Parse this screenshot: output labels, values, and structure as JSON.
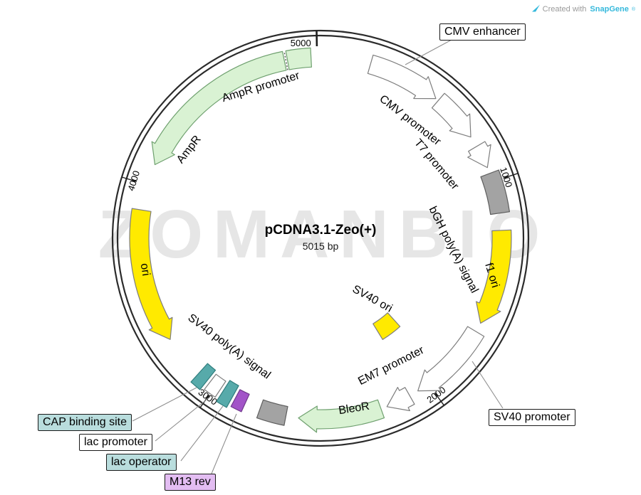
{
  "credit": {
    "prefix": "Created with",
    "brand": "SnapGene",
    "registered": "®"
  },
  "watermark": "ZOMANBIO",
  "plasmid": {
    "name": "pCDNA3.1-Zeo(+)",
    "size_label": "5015 bp",
    "length_bp": 5015
  },
  "ticks": [
    {
      "bp": 1000,
      "label": "1000"
    },
    {
      "bp": 2000,
      "label": "2000"
    },
    {
      "bp": 3000,
      "label": "3000"
    },
    {
      "bp": 4000,
      "label": "4000"
    },
    {
      "bp": 5000,
      "label": "5000",
      "bold": true,
      "horizontal": true
    }
  ],
  "features": [
    {
      "id": "cmv-enhancer",
      "label": "CMV enhancer",
      "type": "arrow",
      "direction": "cw",
      "start_deg": 16,
      "end_deg": 39.5,
      "fill": "#ffffff",
      "stroke": "#7d7d7d"
    },
    {
      "id": "cmv-promoter",
      "label": "CMV promoter",
      "type": "arrow",
      "direction": "cw",
      "start_deg": 40.5,
      "end_deg": 56,
      "fill": "#ffffff",
      "stroke": "#7d7d7d"
    },
    {
      "id": "t7-promoter",
      "label": "T7 promoter",
      "type": "arrow",
      "direction": "cw",
      "start_deg": 59.5,
      "end_deg": 67,
      "fill": "#ffffff",
      "stroke": "#7d7d7d"
    },
    {
      "id": "bgh-polya",
      "label": "bGH poly(A) signal",
      "type": "block",
      "start_deg": 69,
      "end_deg": 82,
      "fill": "#a3a3a3",
      "stroke": "#5e5e5e"
    },
    {
      "id": "f1-ori",
      "label": "f1 ori",
      "type": "arrow",
      "direction": "cw",
      "start_deg": 87.5,
      "end_deg": 118,
      "fill": "#ffea00",
      "stroke": "#7d7d7d"
    },
    {
      "id": "sv40-promoter",
      "label": "SV40 promoter",
      "type": "arrow",
      "direction": "cw",
      "start_deg": 121,
      "end_deg": 147.5,
      "fill": "#ffffff",
      "stroke": "#7d7d7d"
    },
    {
      "id": "sv40-ori",
      "label": "SV40 ori",
      "type": "block",
      "band": "inner",
      "start_deg": 138,
      "end_deg": 148.5,
      "fill": "#ffea00",
      "stroke": "#7d7d7d"
    },
    {
      "id": "em7-promoter",
      "label": "EM7 promoter",
      "type": "arrow",
      "direction": "cw",
      "start_deg": 150.5,
      "end_deg": 158.5,
      "fill": "#ffffff",
      "stroke": "#7d7d7d"
    },
    {
      "id": "bleor",
      "label": "BleoR",
      "type": "arrow",
      "direction": "cw",
      "start_deg": 160.5,
      "end_deg": 187,
      "fill": "#d9f2d3",
      "stroke": "#6fa06f"
    },
    {
      "id": "sv40-polya",
      "label": "SV40 poly(A) signal",
      "type": "block",
      "start_deg": 191,
      "end_deg": 199.5,
      "fill": "#a3a3a3",
      "stroke": "#5e5e5e"
    },
    {
      "id": "m13-rev",
      "label": "M13 rev",
      "type": "block",
      "start_deg": 204.5,
      "end_deg": 208,
      "fill": "#a254c8",
      "stroke": "#703a8c"
    },
    {
      "id": "lac-operator",
      "label": "lac operator",
      "type": "block",
      "band": "tall",
      "start_deg": 209,
      "end_deg": 212.5,
      "fill": "#57aaaa",
      "stroke": "#2f7d7d"
    },
    {
      "id": "lac-promoter",
      "label": "lac promoter",
      "type": "block",
      "start_deg": 213.5,
      "end_deg": 217.5,
      "fill": "#ffffff",
      "stroke": "#7d7d7d"
    },
    {
      "id": "cap-site",
      "label": "CAP binding site",
      "type": "block",
      "band": "tall",
      "start_deg": 218.5,
      "end_deg": 222,
      "fill": "#57aaaa",
      "stroke": "#2f7d7d"
    },
    {
      "id": "ori",
      "label": "ori",
      "type": "arrow",
      "direction": "ccw",
      "start_deg": 236,
      "end_deg": 279,
      "fill": "#ffea00",
      "stroke": "#7d7d7d"
    },
    {
      "id": "ampr",
      "label": "AmpR",
      "type": "arrow",
      "direction": "ccw",
      "start_deg": 294,
      "end_deg": 348.5,
      "fill": "#d9f2d3",
      "stroke": "#6fa06f"
    },
    {
      "id": "ampr-promoter",
      "label": "AmpR promoter",
      "type": "block",
      "start_deg": 349.5,
      "end_deg": 357,
      "fill": "#d9f2d3",
      "stroke": "#6fa06f"
    }
  ],
  "callouts": [
    {
      "id": "cmv-enhancer",
      "label": "CMV enhancer",
      "box_fill": "#ffffff"
    },
    {
      "id": "sv40-promoter",
      "label": "SV40 promoter",
      "box_fill": "#ffffff"
    },
    {
      "id": "cap-site",
      "label": "CAP binding site",
      "box_fill": "#b9dddd"
    },
    {
      "id": "lac-promoter",
      "label": "lac promoter",
      "box_fill": "#ffffff"
    },
    {
      "id": "lac-operator",
      "label": "lac operator",
      "box_fill": "#b9dddd"
    },
    {
      "id": "m13-rev",
      "label": "M13 rev",
      "box_fill": "#e3bdf2"
    }
  ]
}
